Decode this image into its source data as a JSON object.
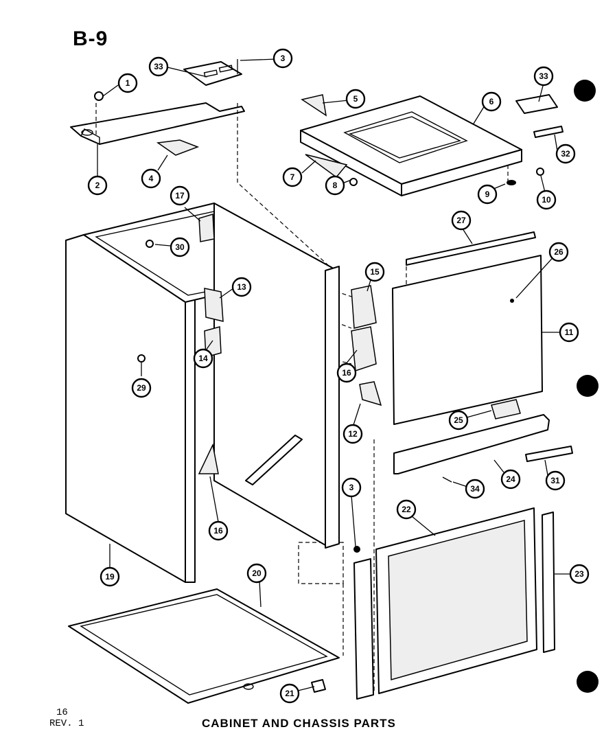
{
  "diagram_code": "B-9",
  "page_number": "16",
  "revision": "REV. 1",
  "caption": "CABINET AND CHASSIS PARTS",
  "callouts": [
    {
      "id": "c1",
      "label": "1"
    },
    {
      "id": "c2",
      "label": "2"
    },
    {
      "id": "c3a",
      "label": "3"
    },
    {
      "id": "c3b",
      "label": "3"
    },
    {
      "id": "c4",
      "label": "4"
    },
    {
      "id": "c5",
      "label": "5"
    },
    {
      "id": "c6",
      "label": "6"
    },
    {
      "id": "c7",
      "label": "7"
    },
    {
      "id": "c8",
      "label": "8"
    },
    {
      "id": "c9",
      "label": "9"
    },
    {
      "id": "c10",
      "label": "10"
    },
    {
      "id": "c11",
      "label": "11"
    },
    {
      "id": "c12",
      "label": "12"
    },
    {
      "id": "c13",
      "label": "13"
    },
    {
      "id": "c14",
      "label": "14"
    },
    {
      "id": "c15",
      "label": "15"
    },
    {
      "id": "c16a",
      "label": "16"
    },
    {
      "id": "c16b",
      "label": "16"
    },
    {
      "id": "c17",
      "label": "17"
    },
    {
      "id": "c19",
      "label": "19"
    },
    {
      "id": "c20",
      "label": "20"
    },
    {
      "id": "c21",
      "label": "21"
    },
    {
      "id": "c22",
      "label": "22"
    },
    {
      "id": "c23",
      "label": "23"
    },
    {
      "id": "c24",
      "label": "24"
    },
    {
      "id": "c25",
      "label": "25"
    },
    {
      "id": "c26",
      "label": "26"
    },
    {
      "id": "c27",
      "label": "27"
    },
    {
      "id": "c29",
      "label": "29"
    },
    {
      "id": "c30",
      "label": "30"
    },
    {
      "id": "c31",
      "label": "31"
    },
    {
      "id": "c32",
      "label": "32"
    },
    {
      "id": "c33a",
      "label": "33"
    },
    {
      "id": "c33b",
      "label": "33"
    },
    {
      "id": "c34",
      "label": "34"
    }
  ]
}
